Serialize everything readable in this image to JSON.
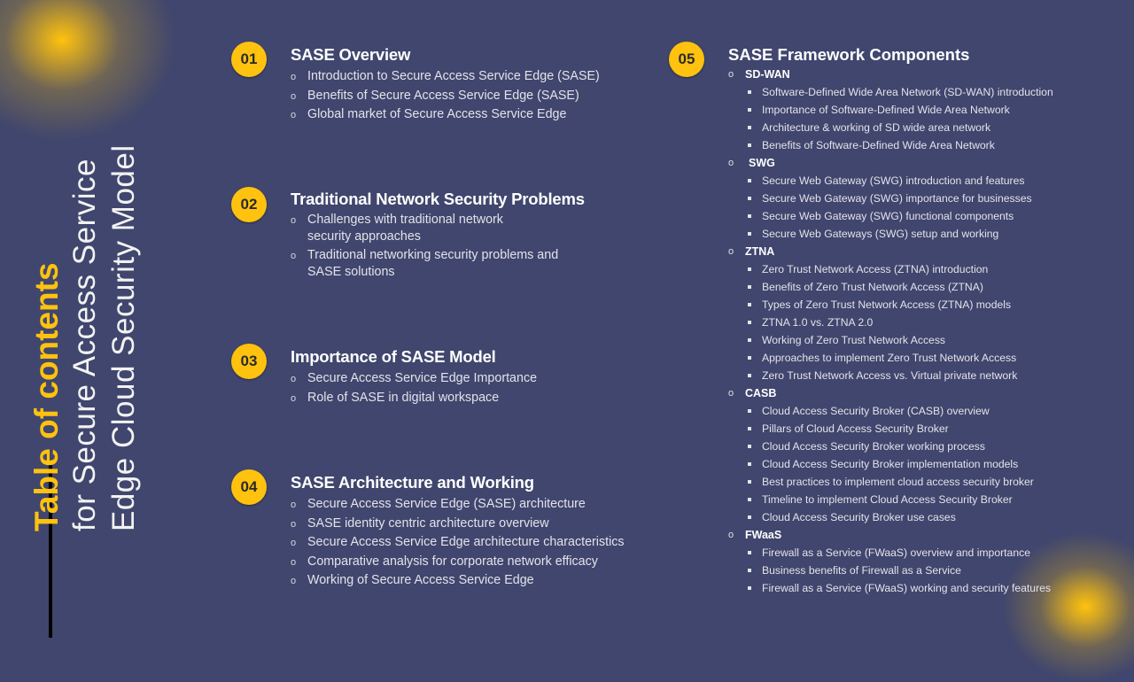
{
  "title": {
    "highlight": "Table of contents",
    "line1": "for Secure Access Service",
    "line2": "Edge Cloud Security Model"
  },
  "colors": {
    "background": "#40466d",
    "accent": "#ffc20e",
    "text": "#ffffff"
  },
  "sections": [
    {
      "number": "01",
      "heading": "SASE Overview",
      "items": [
        "Introduction to Secure Access Service Edge (SASE)",
        "Benefits of Secure Access Service Edge (SASE)",
        "Global market of Secure Access Service Edge"
      ]
    },
    {
      "number": "02",
      "heading": "Traditional Network Security Problems",
      "items": [
        "Challenges with traditional network security approaches",
        "Traditional networking security problems and SASE solutions"
      ]
    },
    {
      "number": "03",
      "heading": "Importance of SASE Model",
      "items": [
        "Secure Access Service Edge Importance",
        "Role of SASE in digital workspace"
      ]
    },
    {
      "number": "04",
      "heading": "SASE Architecture and Working",
      "items": [
        "Secure Access Service Edge (SASE) architecture",
        "SASE identity centric architecture overview",
        "Secure Access Service Edge architecture characteristics",
        "Comparative analysis for corporate network efficacy",
        "Working of Secure Access Service Edge"
      ]
    }
  ],
  "framework": {
    "number": "05",
    "heading": "SASE Framework Components",
    "categories": [
      {
        "name": "SD-WAN",
        "items": [
          "Software-Defined Wide Area Network (SD-WAN) introduction",
          "Importance of Software-Defined Wide Area Network",
          "Architecture & working of SD wide area network",
          "Benefits of Software-Defined Wide Area Network"
        ]
      },
      {
        "name": "SWG",
        "items": [
          "Secure Web Gateway (SWG) introduction and features",
          "Secure Web Gateway (SWG) importance for businesses",
          "Secure Web Gateway (SWG) functional components",
          "Secure Web Gateways (SWG) setup and working"
        ]
      },
      {
        "name": "ZTNA",
        "items": [
          "Zero Trust Network Access (ZTNA) introduction",
          "Benefits of Zero Trust Network Access (ZTNA)",
          "Types of Zero Trust Network Access (ZTNA) models",
          "ZTNA 1.0 vs. ZTNA 2.0",
          "Working of Zero Trust Network Access",
          "Approaches to implement Zero Trust Network Access",
          "Zero Trust Network Access vs. Virtual private network"
        ]
      },
      {
        "name": "CASB",
        "items": [
          "Cloud Access Security Broker (CASB) overview",
          "Pillars of Cloud Access Security Broker",
          "Cloud Access Security Broker working process",
          "Cloud Access Security Broker implementation models",
          "Best practices to implement cloud access security broker",
          "Timeline to implement Cloud Access Security Broker",
          "Cloud Access Security Broker use cases"
        ]
      },
      {
        "name": "FWaaS",
        "items": [
          "Firewall as a Service (FWaaS) overview and importance",
          "Business benefits of Firewall as a Service",
          "Firewall as a Service (FWaaS) working and security features"
        ]
      }
    ]
  }
}
